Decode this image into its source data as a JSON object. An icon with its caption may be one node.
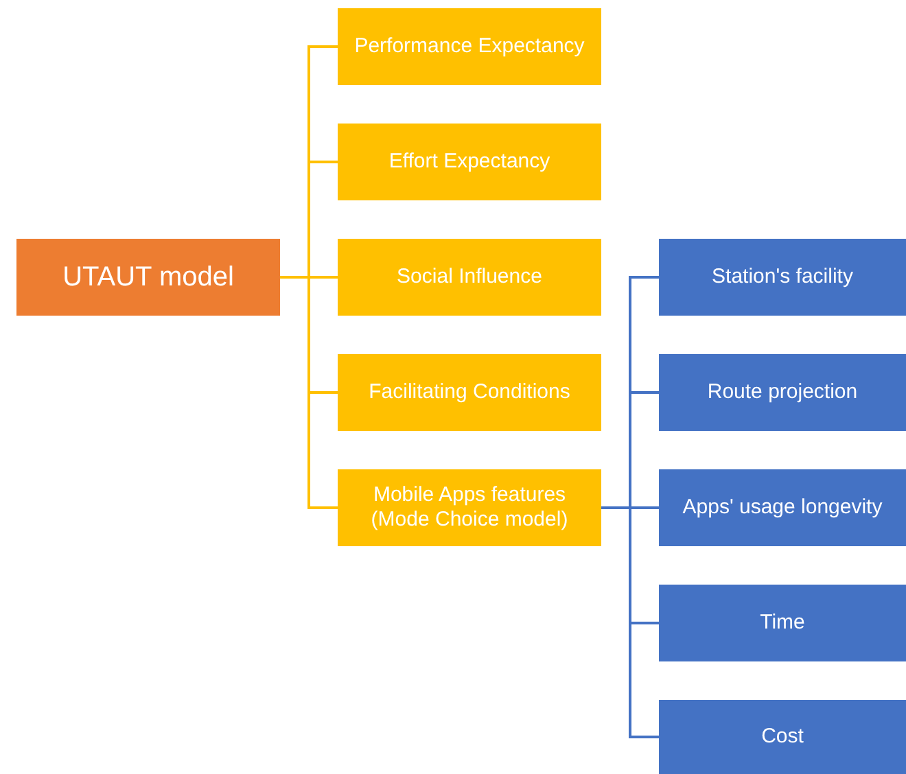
{
  "diagram": {
    "nodes": [
      {
        "text": [
          "UTAUT model"
        ]
      },
      {
        "text": [
          "Performance Expectancy"
        ]
      },
      {
        "text": [
          "Effort Expectancy"
        ]
      },
      {
        "text": [
          "Social Influence"
        ]
      },
      {
        "text": [
          "Facilitating Conditions"
        ]
      },
      {
        "text": [
          "Mobile Apps features (Mode Choice model)"
        ]
      },
      {
        "text": [
          "Station's facility"
        ]
      },
      {
        "text": [
          "Route projection"
        ]
      },
      {
        "text": [
          "Apps' usage longevity"
        ]
      },
      {
        "text": [
          "Time"
        ]
      },
      {
        "text": [
          "Cost"
        ]
      }
    ],
    "edges": [
      {
        "from": 0,
        "to": 1,
        "arrow": "none",
        "color": "#ffc000"
      },
      {
        "from": 0,
        "to": 2,
        "arrow": "none",
        "color": "#ffc000"
      },
      {
        "from": 0,
        "to": 3,
        "arrow": "none",
        "color": "#ffc000"
      },
      {
        "from": 0,
        "to": 4,
        "arrow": "none",
        "color": "#ffc000"
      },
      {
        "from": 0,
        "to": 5,
        "arrow": "none",
        "color": "#ffc000"
      },
      {
        "from": 5,
        "to": 6,
        "arrow": "none",
        "color": "#4472c4"
      },
      {
        "from": 5,
        "to": 7,
        "arrow": "none",
        "color": "#4472c4"
      },
      {
        "from": 5,
        "to": 8,
        "arrow": "none",
        "color": "#4472c4"
      },
      {
        "from": 5,
        "to": 9,
        "arrow": "none",
        "color": "#4472c4"
      },
      {
        "from": 5,
        "to": 10,
        "arrow": "none",
        "color": "#4472c4"
      }
    ]
  }
}
